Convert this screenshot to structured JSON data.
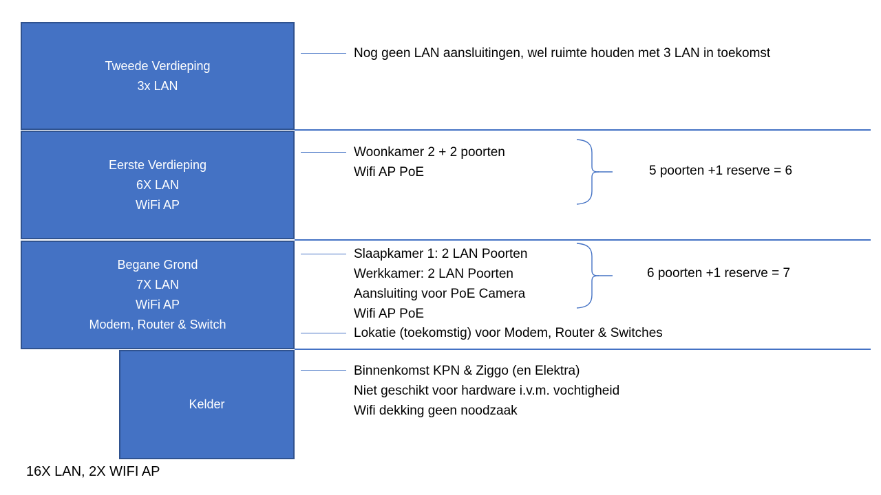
{
  "colors": {
    "box_fill": "#4472C4",
    "box_border": "#2F528F",
    "line": "#4472C4",
    "box_text": "#FFFFFF",
    "annotation_text": "#000000"
  },
  "floors": [
    {
      "id": "tweede-verdieping",
      "lines": [
        "Tweede Verdieping",
        "3x LAN"
      ]
    },
    {
      "id": "eerste-verdieping",
      "lines": [
        "Eerste Verdieping",
        "6X LAN",
        "WiFi AP"
      ]
    },
    {
      "id": "begane-grond",
      "lines": [
        "Begane Grond",
        "7X LAN",
        "WiFi AP",
        "Modem, Router & Switch"
      ]
    },
    {
      "id": "kelder",
      "lines": [
        "Kelder"
      ]
    }
  ],
  "annotations": {
    "tweede": {
      "line1": "Nog geen LAN aansluitingen, wel ruimte houden met 3 LAN in toekomst"
    },
    "eerste": {
      "line1": "Woonkamer 2 + 2 poorten",
      "line2": "Wifi AP PoE",
      "summary": "5 poorten +1 reserve = 6"
    },
    "begane": {
      "line1": "Slaapkamer 1: 2 LAN Poorten",
      "line2": "Werkkamer: 2 LAN Poorten",
      "line3": "Aansluiting voor PoE Camera",
      "line4": "Wifi AP PoE",
      "summary": "6 poorten +1 reserve = 7",
      "lokatie": "Lokatie (toekomstig) voor Modem, Router & Switches"
    },
    "kelder": {
      "line1": "Binnenkomst KPN & Ziggo (en Elektra)",
      "line2": "Niet geschikt voor hardware i.v.m. vochtigheid",
      "line3": "Wifi dekking geen noodzaak"
    }
  },
  "footer": {
    "total": "16X LAN, 2X WIFI AP"
  }
}
